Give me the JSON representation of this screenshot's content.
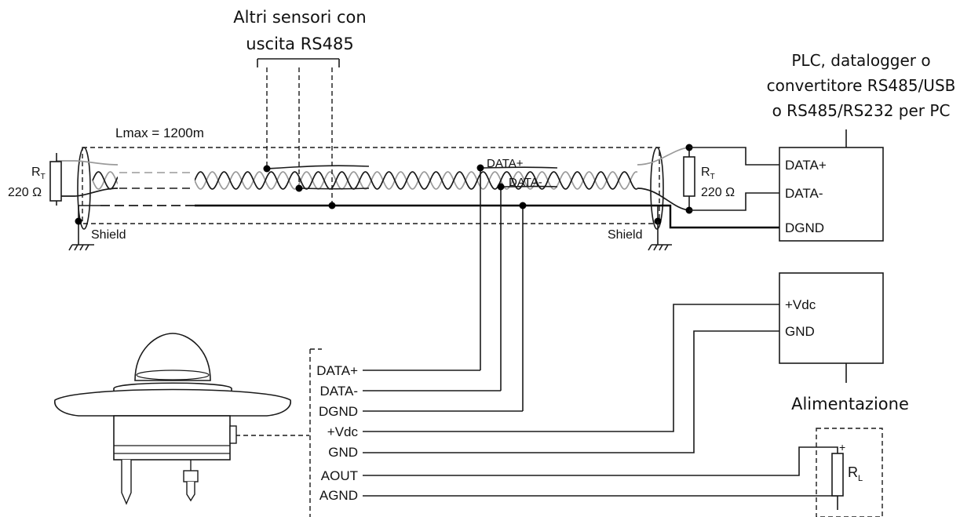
{
  "cable": {
    "lmax_label": "Lmax = 1200m",
    "shield_left": "Shield",
    "shield_right": "Shield",
    "rt_left": {
      "name": "R",
      "sub": "T",
      "value": "220 Ω"
    },
    "rt_right": {
      "name": "R",
      "sub": "T",
      "value": "220 Ω"
    },
    "tap_data_plus": "DATA+",
    "tap_data_minus": "DATA-"
  },
  "other_sensors": {
    "line1": "Altri sensori con",
    "line2": "uscita RS485"
  },
  "plc": {
    "title_lines": [
      "PLC, datalogger o",
      "convertitore RS485/USB",
      "o RS485/RS232 per PC"
    ],
    "pins": [
      "DATA+",
      "DATA-",
      "DGND"
    ]
  },
  "power_supply": {
    "pins": [
      "+Vdc",
      "GND"
    ],
    "caption": "Alimentazione"
  },
  "sensor_connector": {
    "pins": [
      "DATA+",
      "DATA-",
      "DGND",
      "+Vdc",
      "GND",
      "AOUT",
      "AGND"
    ]
  },
  "load": {
    "name": "R",
    "sub": "L",
    "plus": "+"
  }
}
